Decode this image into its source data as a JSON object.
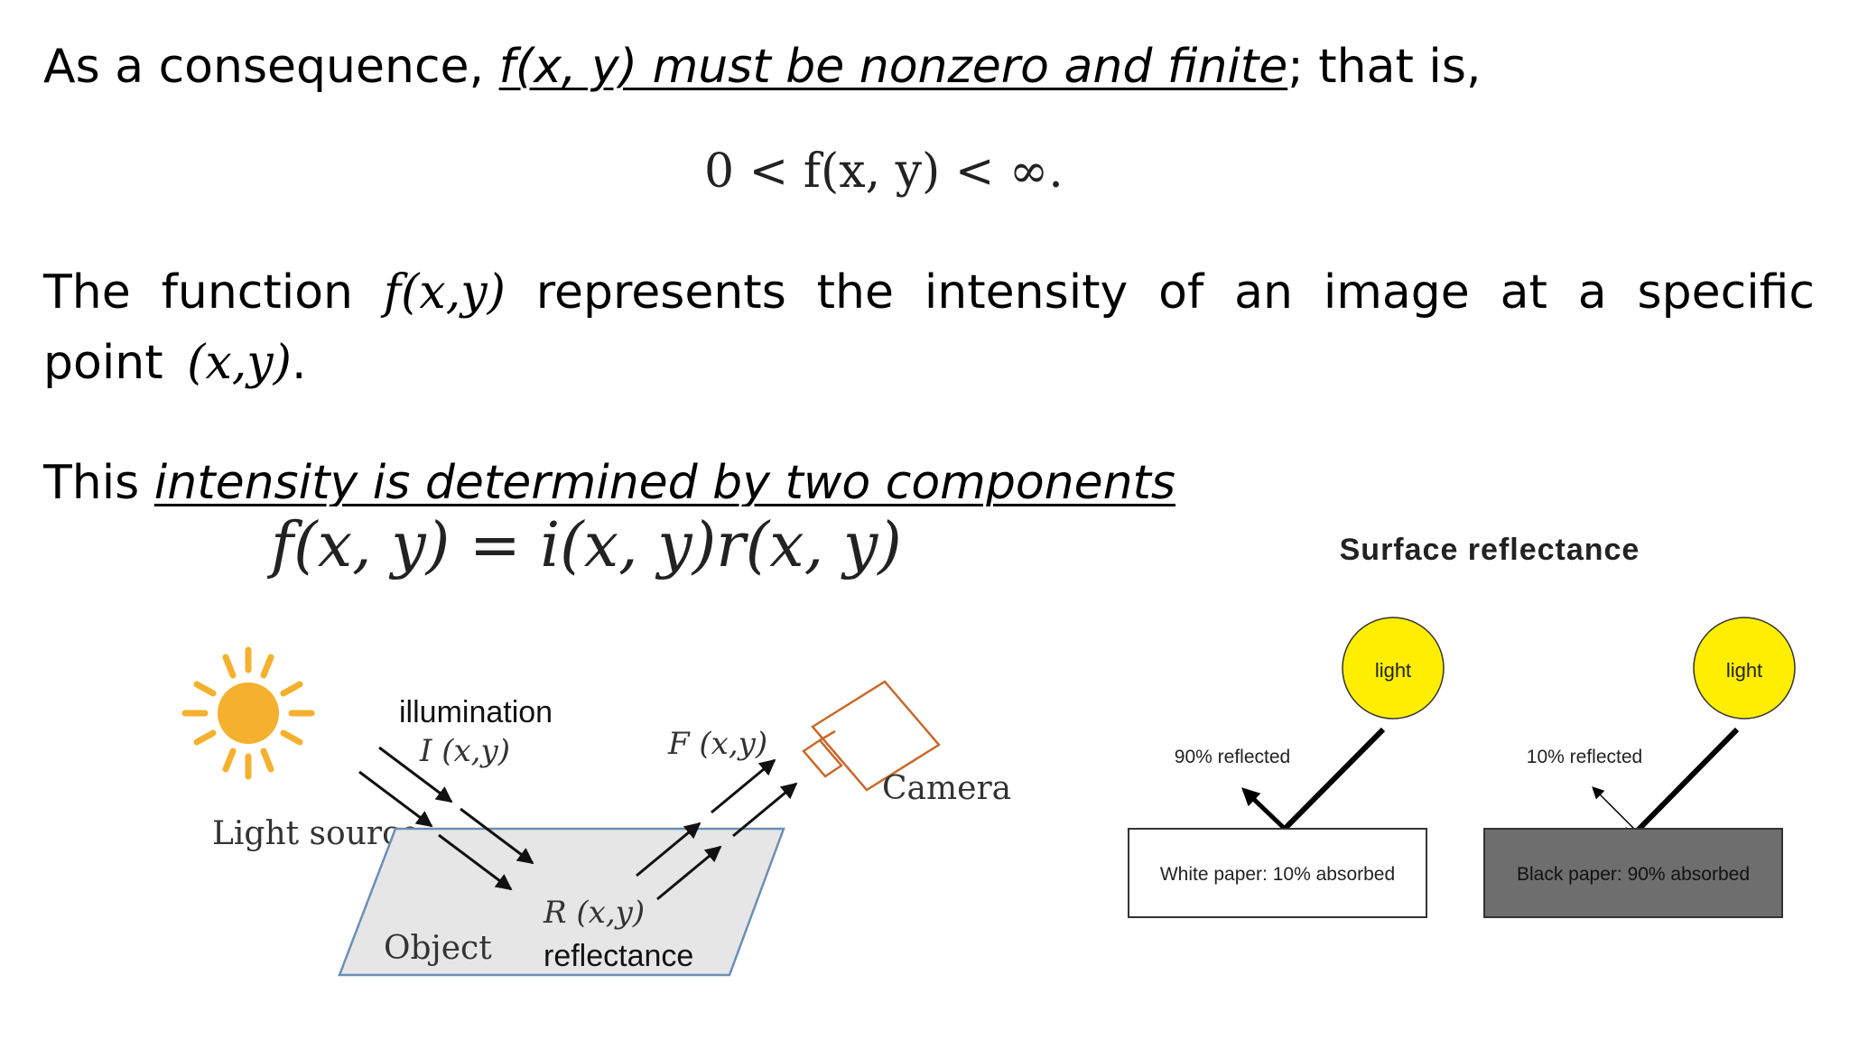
{
  "slide": {
    "line1": {
      "prefix": "As a consequence, ",
      "emphasis": "f(x, y) must be nonzero and finite",
      "suffix": "; that is,"
    },
    "equation1": "0 < f(x, y) < ∞.",
    "para2": {
      "lead": "The function ",
      "func": "f",
      "args": "(x,y)",
      "rest": " represents the intensity of an image at a specific point ",
      "point": "(x,y)",
      "end": "."
    },
    "line3": {
      "prefix": "This ",
      "emphasis": "intensity is determined by two components"
    },
    "equation2": "f(x, y) = i(x, y)r(x, y)"
  },
  "left_diagram": {
    "light_source": "Light source",
    "illumination": "illumination",
    "illumination_symbol": "I (x,y)",
    "reflected_symbol": "F (x,y)",
    "camera": "Camera",
    "reflectance_symbol": "R (x,y)",
    "reflectance": "reflectance",
    "object": "Object",
    "colors": {
      "sun": "#f5b02e",
      "camera": "#c8692a",
      "object_fill": "#e6e6e6",
      "object_stroke": "#6a8fb5"
    }
  },
  "right_diagram": {
    "title": "Surface reflectance",
    "white": {
      "light": "light",
      "reflected": "90% reflected",
      "paper": "White paper: 10% absorbed"
    },
    "black": {
      "light": "light",
      "reflected": "10% reflected",
      "paper": "Black paper: 90% absorbed"
    },
    "colors": {
      "light_fill": "#ffee00",
      "black_paper": "#6e6e6e"
    }
  }
}
